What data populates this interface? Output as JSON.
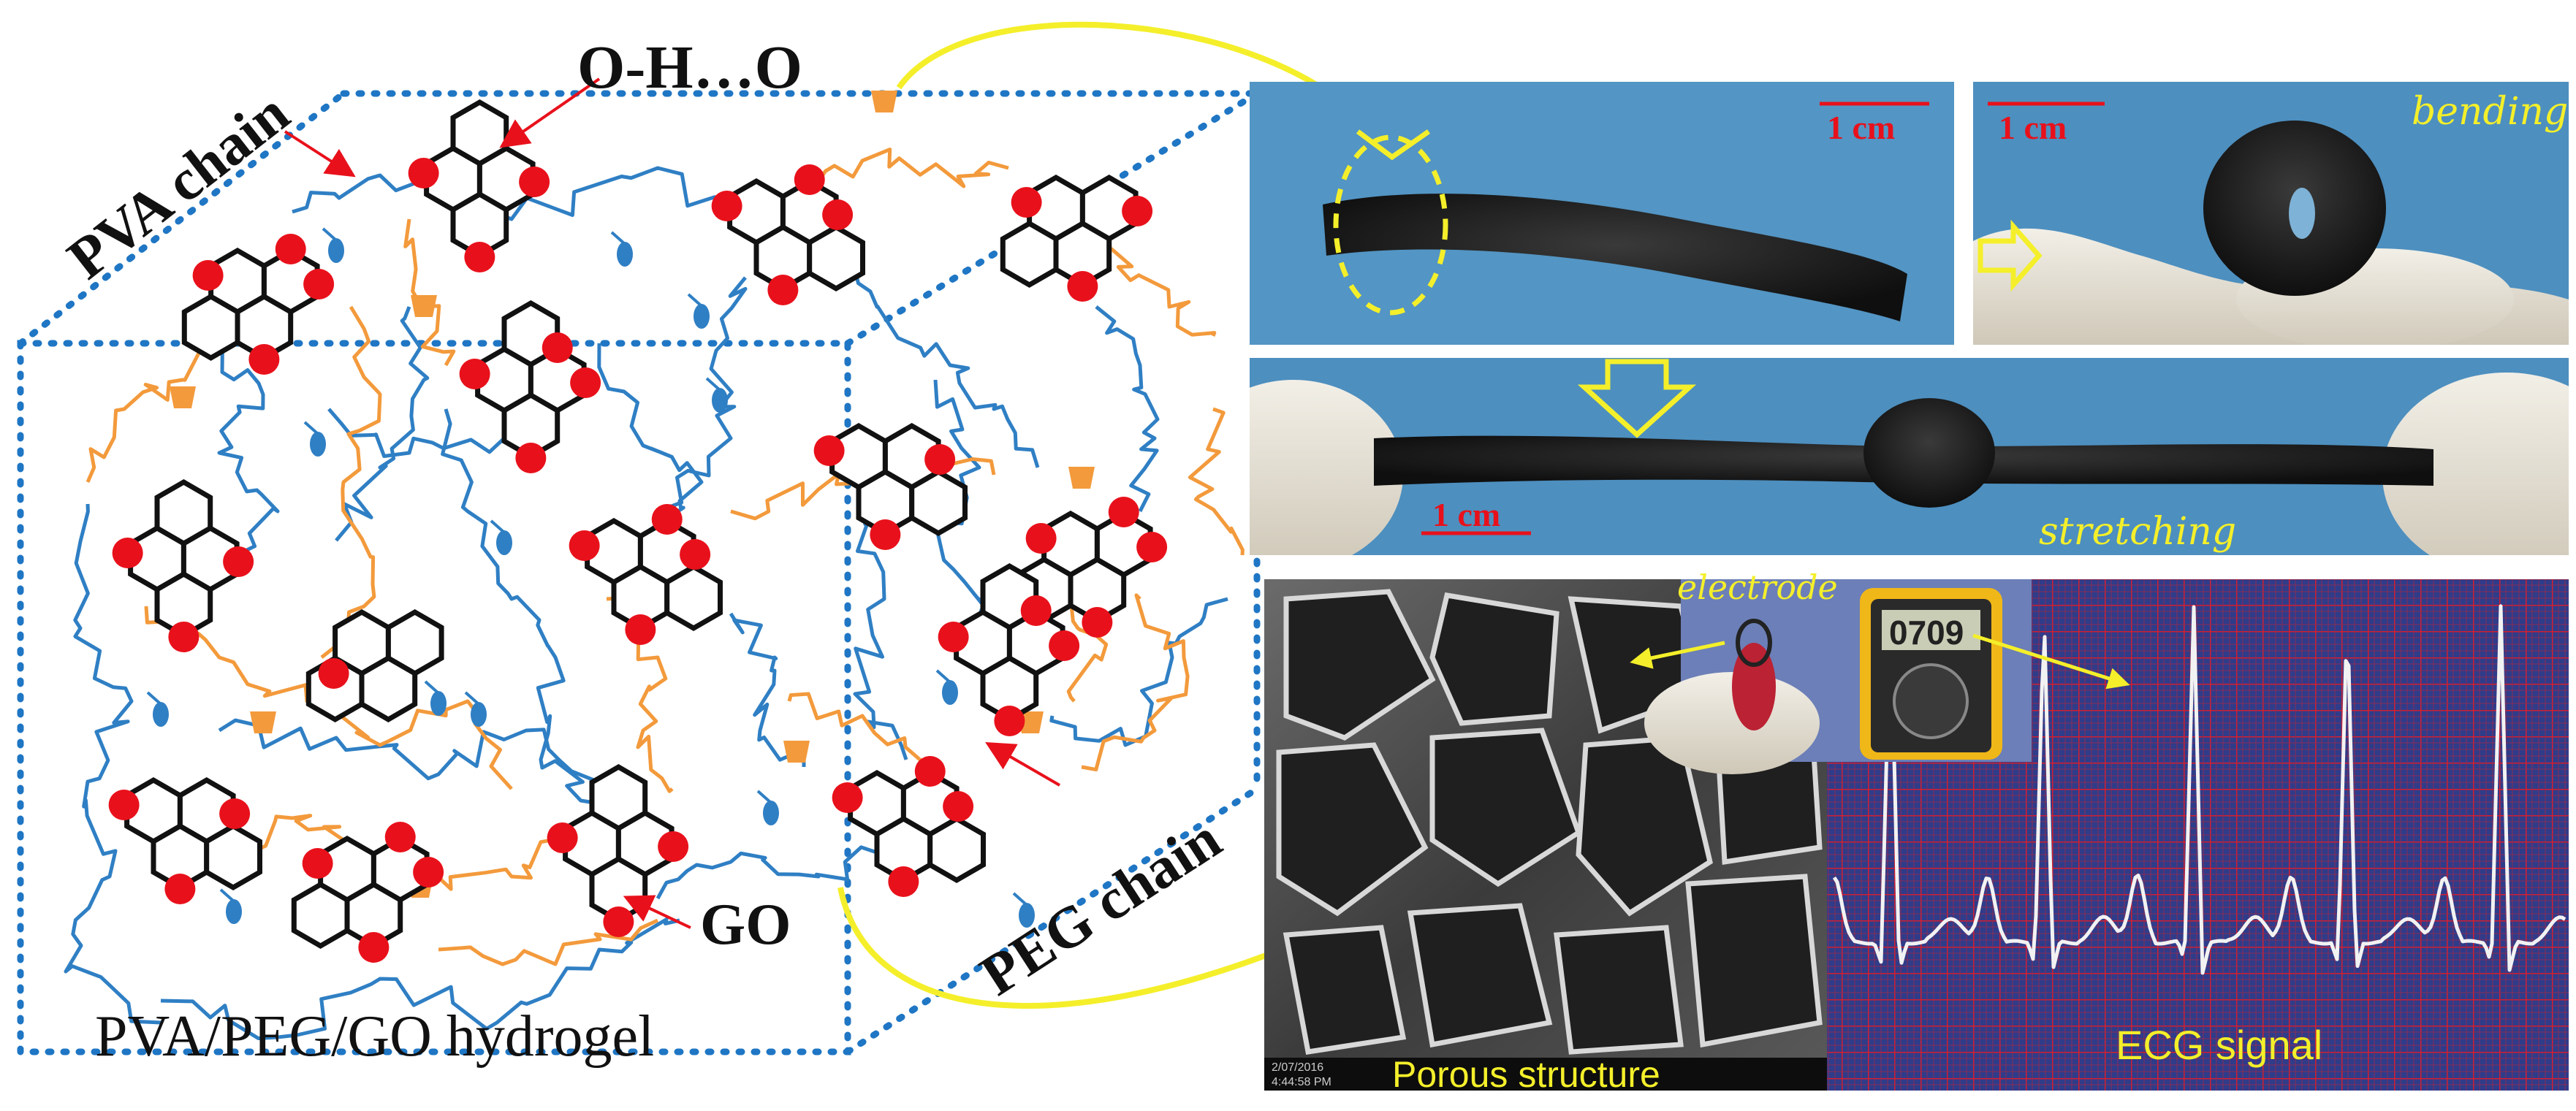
{
  "labels": {
    "oho": "O-H…O",
    "pva_chain": "PVA chain",
    "peg_chain": "PEG chain",
    "go": "GO",
    "hydrogel": "PVA/PEG/GO hydrogel",
    "scale_1": "1 cm",
    "scale_2": "1 cm",
    "scale_3": "1 cm",
    "bending": "bending",
    "stretching": "stretching",
    "electrode": "electrode",
    "porous": "Porous structure",
    "ecg": "ECG signal",
    "meter_reading": "0709",
    "sem_info_1": "2/07/2016",
    "sem_info_2": "4:44:58 PM"
  },
  "colors": {
    "pva_blue": "#2f7fc4",
    "peg_orange": "#f39a3c",
    "go_red": "#e8111b",
    "box_dots": "#1f76c4",
    "arrow_yellow": "#f4ef2a",
    "photo_bg": "#4d8fbf",
    "ecg_bg": "#2f3c8a",
    "ecg_grid": "#d61e2e"
  },
  "icons": [
    "red-arrow-icon",
    "yellow-arrow-icon",
    "hexagon-icon"
  ]
}
